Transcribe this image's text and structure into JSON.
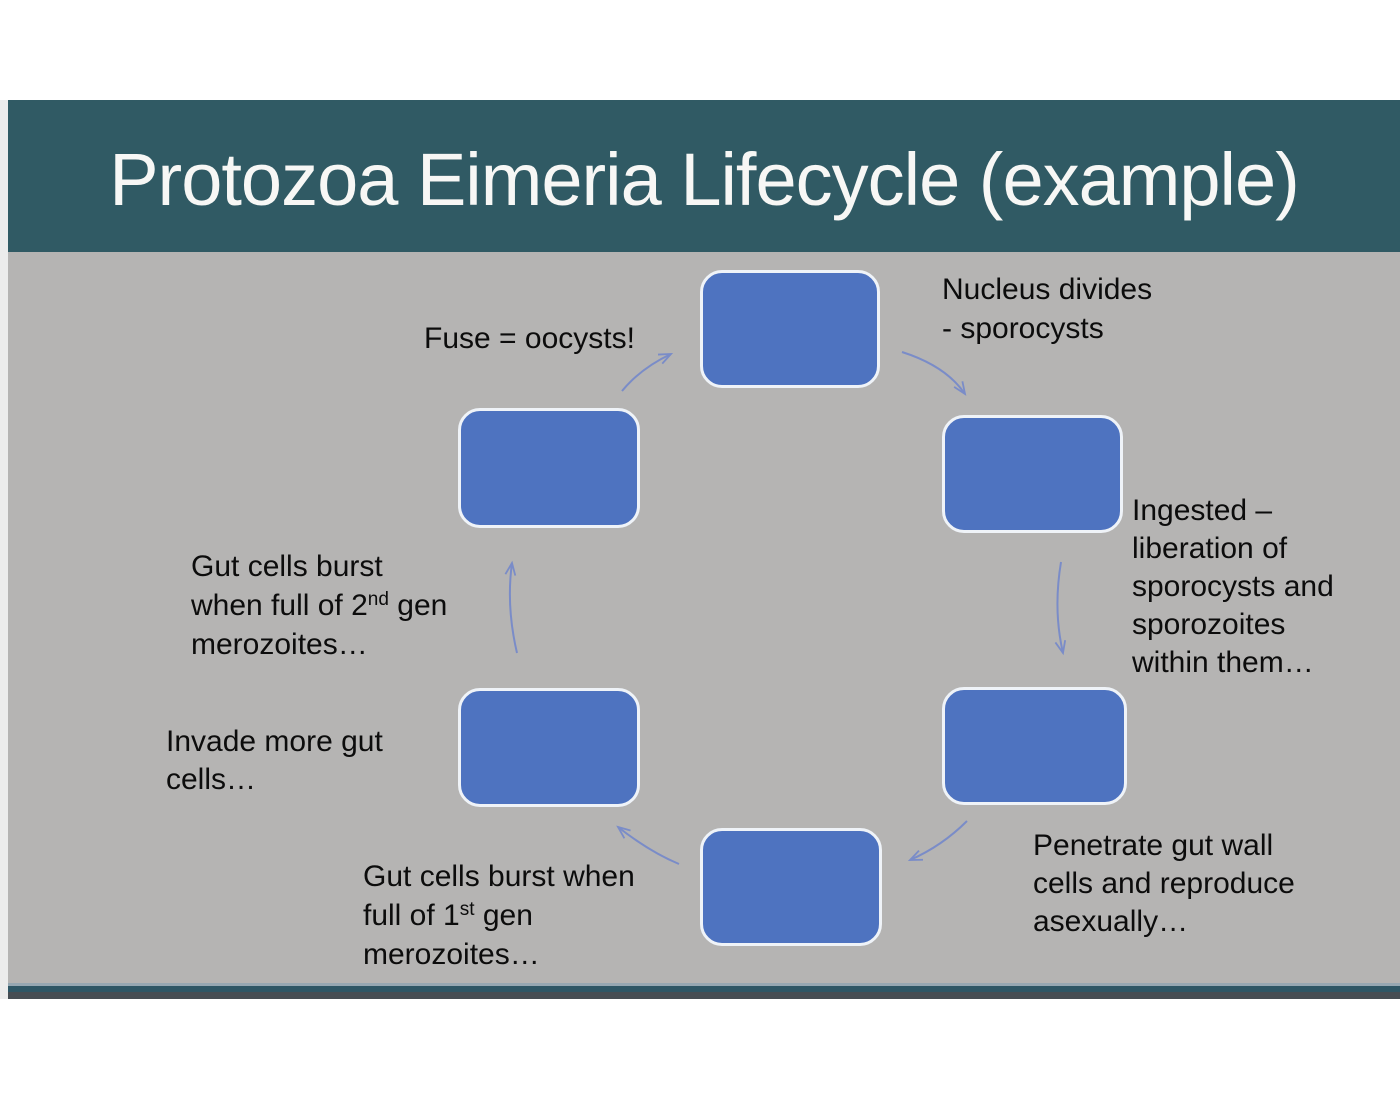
{
  "slide": {
    "title": "Protozoa Eimeria Lifecycle (example)"
  },
  "diagram": {
    "type": "cycle",
    "stage_count": 6,
    "captions": {
      "fuse": "Fuse = oocysts!",
      "nucleus_divides": {
        "lines": [
          "Nucleus divides",
          "- sporocysts"
        ]
      },
      "ingested": {
        "lines": [
          "Ingested –",
          "liberation of",
          "sporocysts and",
          "sporozoites",
          "within them…"
        ]
      },
      "penetrate": {
        "lines": [
          "Penetrate gut wall",
          "cells and reproduce",
          "asexually…"
        ]
      },
      "gut_burst_first": {
        "line1": "Gut cells burst when",
        "line2_pre": "full of 1",
        "line2_sup": "st",
        "line2_post": " gen",
        "line3": "merozoites…"
      },
      "invade": {
        "lines": [
          "Invade more gut",
          "cells…"
        ]
      },
      "gut_burst_second": {
        "line1": "Gut cells burst",
        "line2_pre": "when full of 2",
        "line2_sup": "nd",
        "line2_post": " gen",
        "line3": "merozoites…"
      }
    }
  },
  "colors": {
    "header_teal": "#305a64",
    "body_gray": "#b5b4b3",
    "stage_blue": "#4e73c0",
    "stage_border": "#eff3f8",
    "arrow_blue": "#7a8cc8",
    "footer_teal": "#2e5665",
    "footer_dark": "#464d53",
    "title_text": "#f7f7f5",
    "caption_text": "#0c0c0c"
  }
}
